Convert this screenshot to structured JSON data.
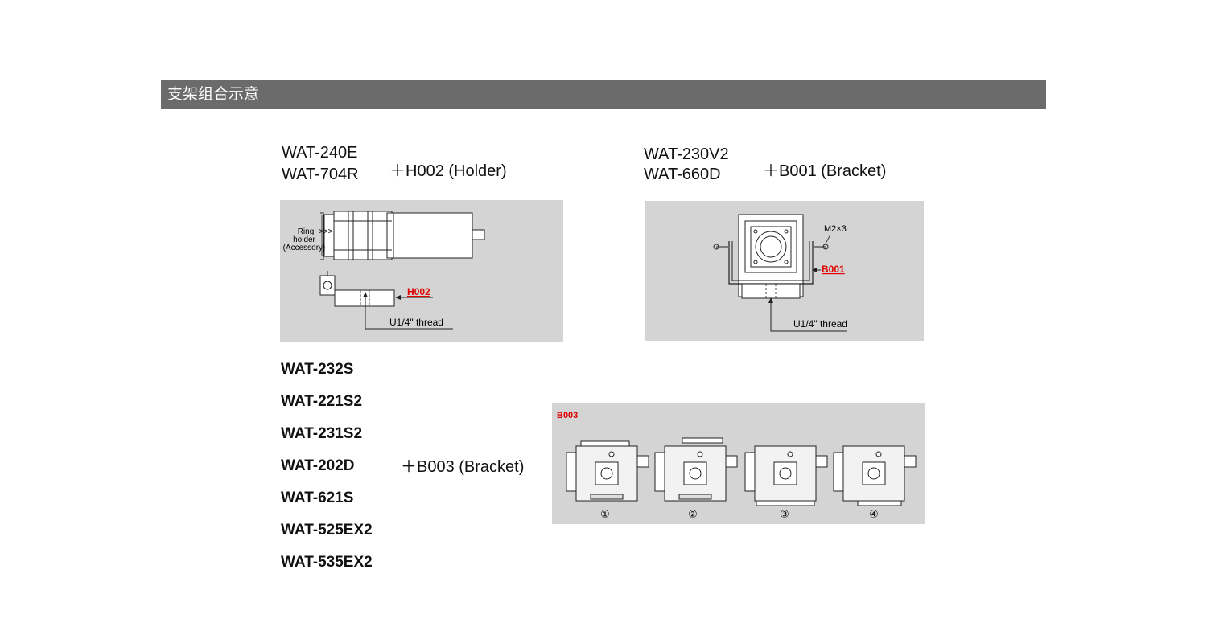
{
  "header": {
    "title": "支架组合示意"
  },
  "combo1": {
    "models": [
      "WAT-240E",
      "WAT-704R"
    ],
    "accessory": "＋H002 (Holder)",
    "diagram": {
      "ring_holder_label": [
        "Ring",
        "holder",
        "(Accessory)"
      ],
      "arrows": ">>>",
      "part_label": "H002",
      "thread_label": "U1/4\" thread"
    }
  },
  "combo2": {
    "models": [
      "WAT-230V2",
      "WAT-660D"
    ],
    "accessory": "＋B001 (Bracket)",
    "diagram": {
      "screw_label": "M2×3",
      "part_label": "B001",
      "thread_label": "U1/4\" thread"
    }
  },
  "combo3": {
    "models": [
      "WAT-232S",
      "WAT-221S2",
      "WAT-231S2",
      "WAT-202D",
      "WAT-621S",
      "WAT-525EX2",
      "WAT-535EX2"
    ],
    "accessory": "＋B003 (Bracket)",
    "diagram": {
      "part_label": "B003",
      "positions": [
        "①",
        "②",
        "③",
        "④"
      ]
    }
  },
  "colors": {
    "header_bg": "#6b6b6b",
    "panel_bg": "#d4d4d4",
    "accent_red": "#e00000"
  }
}
